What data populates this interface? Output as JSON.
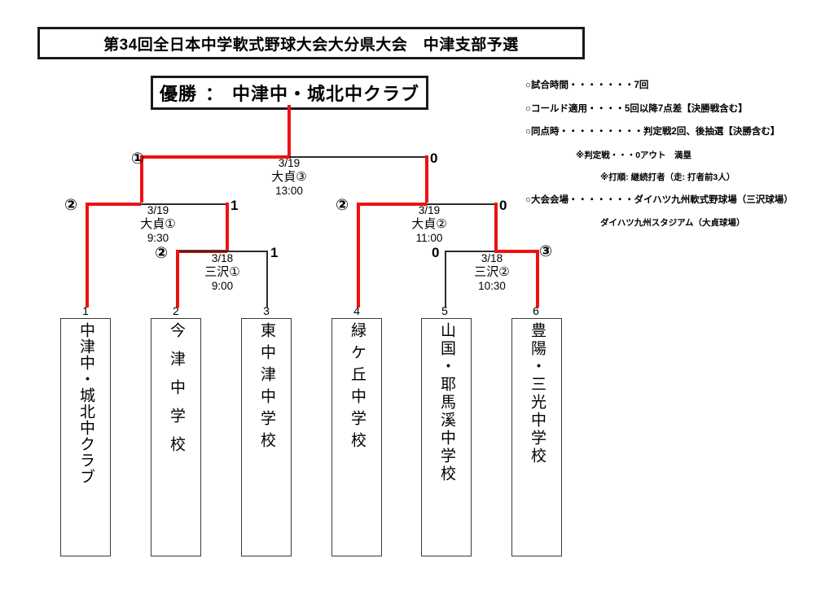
{
  "title": "第34回全日本中学軟式野球大会大分県大会　中津支部予選",
  "champion": {
    "label": "優勝",
    "separator": "：",
    "name": "中津中・城北中クラブ"
  },
  "notes": [
    "○試合時間・・・・・・・7回",
    "○コールド適用・・・・5回以降7点差【決勝戦含む】",
    "○同点時・・・・・・・・・判定戦2回、後抽選【決勝含む】",
    "※判定戦・・・0アウト　満塁",
    "※打順: 継続打者（走: 打者前3人）",
    "○大会会場・・・・・・・ダイハツ九州軟式野球場（三沢球場）",
    "ダイハツ九州スタジアム（大貞球場）"
  ],
  "matches": {
    "final": {
      "date": "3/19",
      "venue": "大貞③",
      "time": "13:00"
    },
    "semi_left": {
      "date": "3/19",
      "venue": "大貞①",
      "time": "9:30"
    },
    "semi_right": {
      "date": "3/19",
      "venue": "大貞②",
      "time": "11:00"
    },
    "quarter_left": {
      "date": "3/18",
      "venue": "三沢①",
      "time": "9:00"
    },
    "quarter_right": {
      "date": "3/18",
      "venue": "三沢②",
      "time": "10:30"
    }
  },
  "scores": {
    "final_left": "①",
    "final_right": "0",
    "semi_left_left": "②",
    "semi_left_right": "1",
    "semi_right_left": "②",
    "semi_right_right": "0",
    "quarter_left_left": "②",
    "quarter_left_right": "1",
    "quarter_right_left": "0",
    "quarter_right_right": "③"
  },
  "seeds": [
    "1",
    "2",
    "3",
    "4",
    "5",
    "6"
  ],
  "teams": [
    {
      "seed": "1",
      "name": "中津中・城北中クラブ",
      "chars": "中津中・城北中クラブ"
    },
    {
      "seed": "2",
      "name": "今津中学校",
      "chars": "今津中学校"
    },
    {
      "seed": "3",
      "name": "東中津中学校",
      "chars": "東中津中学校"
    },
    {
      "seed": "4",
      "name": "緑ケ丘中学校",
      "chars": "緑ケ丘中学校"
    },
    {
      "seed": "5",
      "name": "山国・耶馬溪中学校",
      "chars": "山国・耶馬溪中学校"
    },
    {
      "seed": "6",
      "name": "豊陽・三光中学校",
      "chars": "豊陽・三光中学校"
    }
  ],
  "colors": {
    "winner_line": "#ee1111",
    "loser_line": "#2b2b2b",
    "border": "#1a1a1a"
  }
}
